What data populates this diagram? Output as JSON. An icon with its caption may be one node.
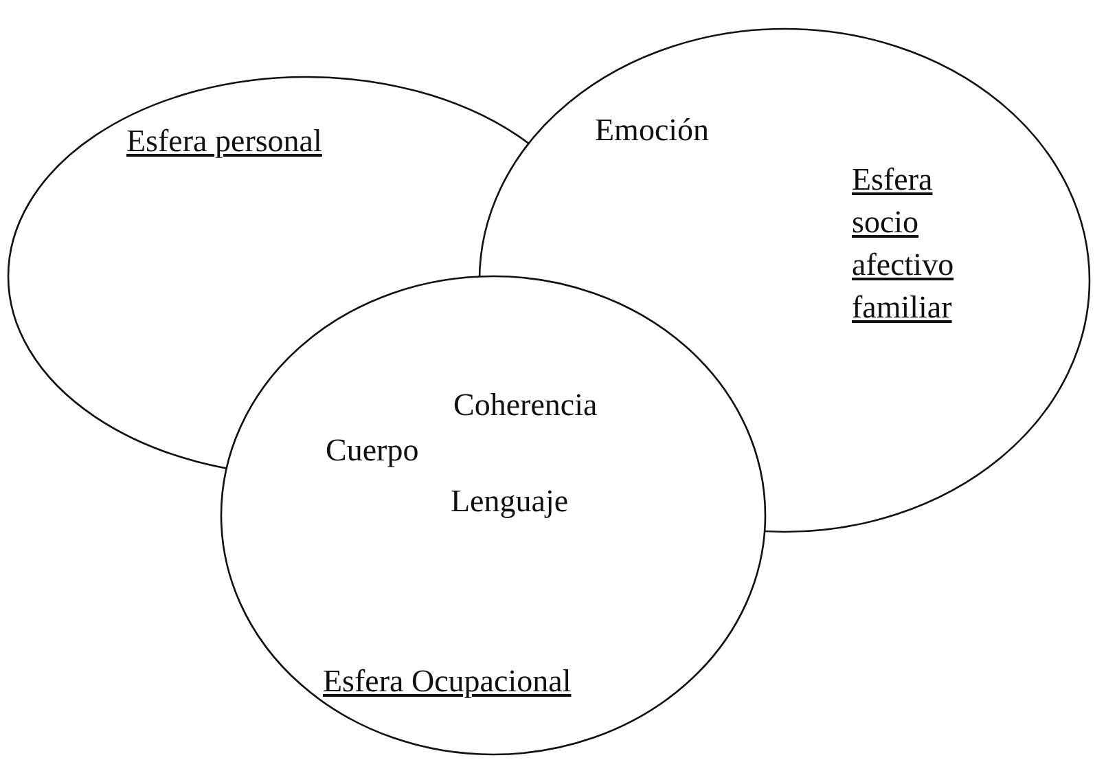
{
  "diagram": {
    "nodes": [
      {
        "text": [
          "Esfera personal"
        ]
      },
      {
        "text": [
          "Esfera socio afectivo familiar"
        ]
      },
      {
        "text": [
          "Esfera Ocupacional"
        ]
      }
    ],
    "labels": [
      "Emoción",
      "Coherencia",
      "Cuerpo",
      "Lenguaje"
    ]
  }
}
